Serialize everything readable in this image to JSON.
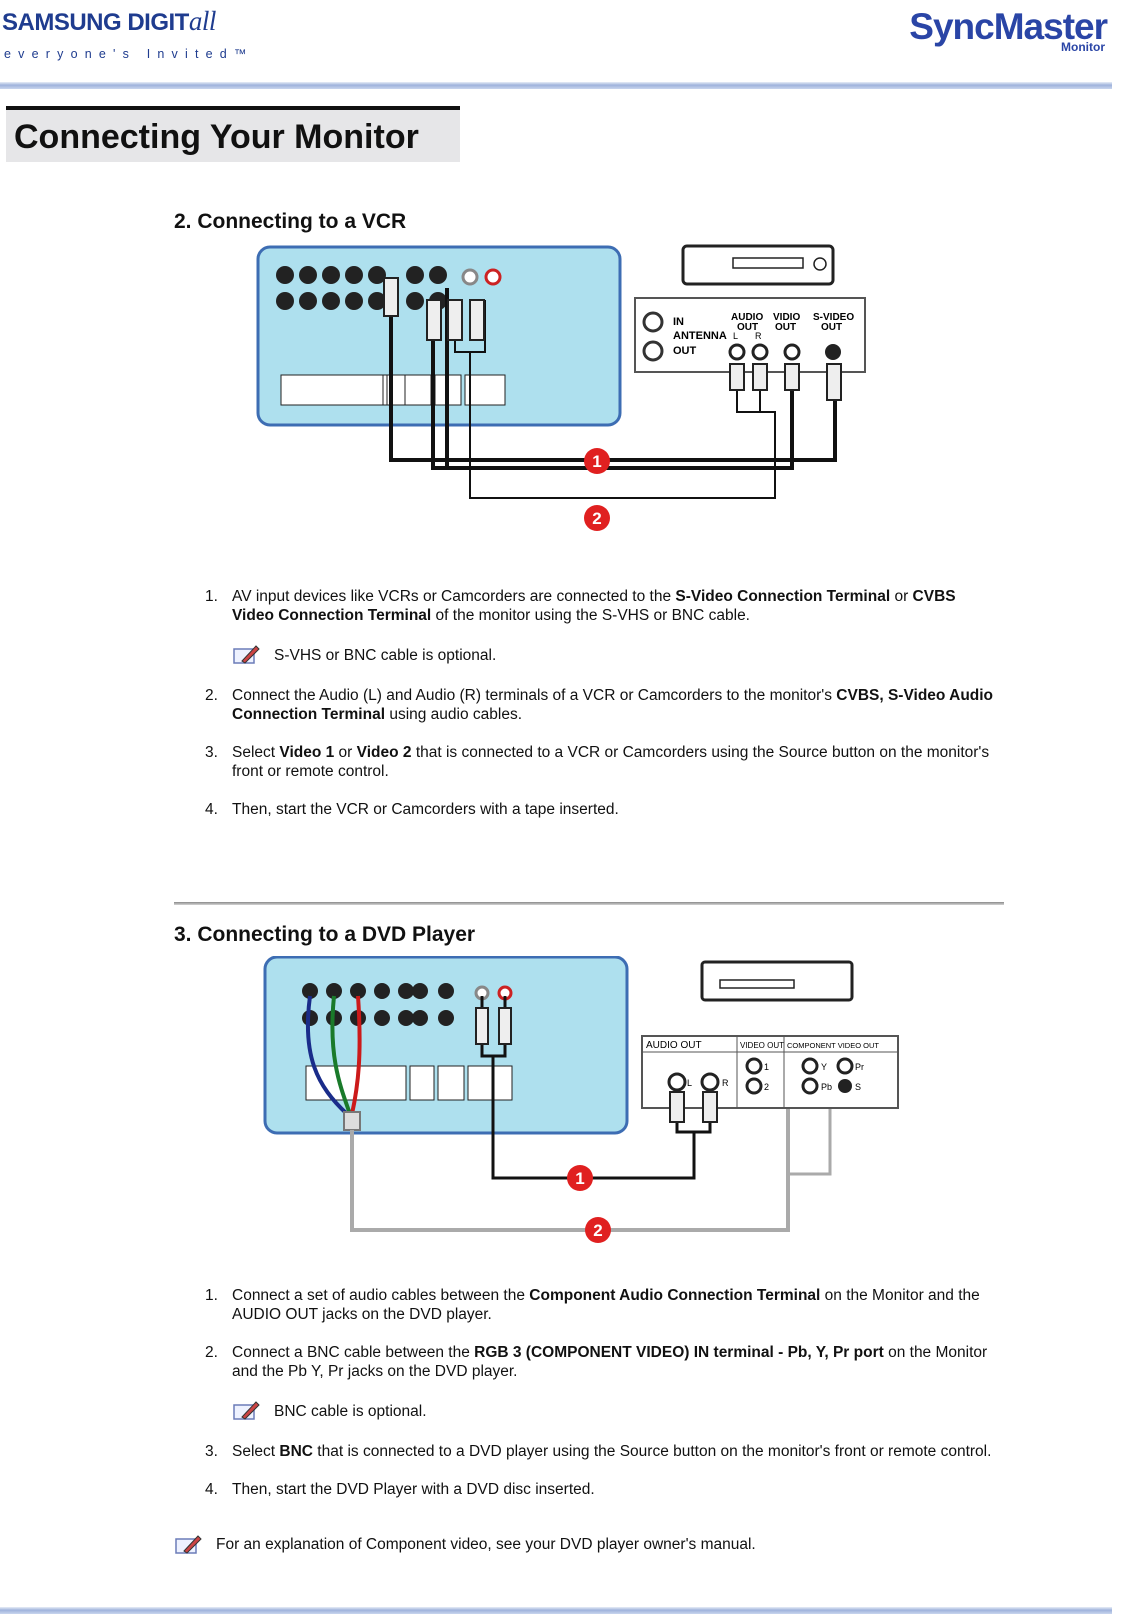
{
  "header": {
    "brand_main": "SAMSUNG DIGIT",
    "brand_suffix": "all",
    "tagline": "everyone's Invited™",
    "product": "SyncMaster",
    "product_sub": "Monitor"
  },
  "page_title": "Connecting Your Monitor",
  "icons": {
    "note": "note-pencil-icon"
  },
  "colors": {
    "panel": "#aee0ee",
    "cable": "#111111",
    "callout": "#e02020",
    "band": "#9fb3dc"
  },
  "section_vcr": {
    "heading": "2. Connecting to a VCR",
    "figure": {
      "callout_1": "1",
      "callout_2": "2",
      "vcr_labels": {
        "in": "IN",
        "antenna": "ANTENNA",
        "out": "OUT",
        "audio_out": "AUDIO",
        "audio_out2": "OUT",
        "l": "L",
        "r": "R",
        "video_out": "VIDIO",
        "video_out2": "OUT",
        "svideo_out": "S-VIDEO",
        "svideo_out2": "OUT"
      }
    },
    "steps": [
      {
        "num": "1.",
        "pre": "AV input devices like VCRs or Camcorders are connected to the ",
        "b1": "S-Video Connection Terminal",
        "mid": " or ",
        "b2": "CVBS Video Connection Terminal",
        "post": " of the monitor using the S-VHS or BNC cable."
      },
      {
        "num": "2.",
        "pre": "Connect the Audio (L) and Audio (R) terminals of a VCR or Camcorders to the monitor's ",
        "b1": "CVBS, S-Video Audio Connection Terminal",
        "post": " using audio cables."
      },
      {
        "num": "3.",
        "pre": "Select ",
        "b1": "Video 1",
        "mid": " or ",
        "b2": "Video 2",
        "post": " that is connected to a VCR or Camcorders using the Source button on the monitor's front or remote control."
      },
      {
        "num": "4.",
        "pre": "Then, start the VCR or Camcorders with a tape inserted."
      }
    ],
    "note": "S-VHS or BNC cable is optional."
  },
  "section_dvd": {
    "heading": "3. Connecting to a DVD Player",
    "figure": {
      "callout_1": "1",
      "callout_2": "2",
      "dvd_labels": {
        "audio_out": "AUDIO OUT",
        "video_out": "VIDEO OUT",
        "component_out": "COMPONENT VIDEO OUT",
        "l": "L",
        "r": "R",
        "one": "1",
        "two": "2",
        "y": "Y",
        "pb": "Pb",
        "pr": "Pr",
        "s": "S"
      }
    },
    "steps": [
      {
        "num": "1.",
        "pre": "Connect a set of audio cables between the ",
        "b1": "Component Audio Connection Terminal",
        "post": " on the Monitor and the AUDIO OUT jacks on the DVD player."
      },
      {
        "num": "2.",
        "pre": "Connect a BNC cable between the ",
        "b1": "RGB 3 (COMPONENT VIDEO) IN terminal - Pb, Y, Pr port",
        "post": " on the Monitor and the Pb Y, Pr jacks on the DVD player."
      },
      {
        "num": "3.",
        "pre": "Select ",
        "b1": "BNC",
        "post": " that is connected to a DVD player using the Source button on the monitor's front or remote control."
      },
      {
        "num": "4.",
        "pre": "Then, start the DVD Player with a DVD disc inserted."
      }
    ],
    "note": "BNC cable is optional.",
    "bottom_note": "For an explanation of Component video, see your DVD player owner's manual."
  }
}
